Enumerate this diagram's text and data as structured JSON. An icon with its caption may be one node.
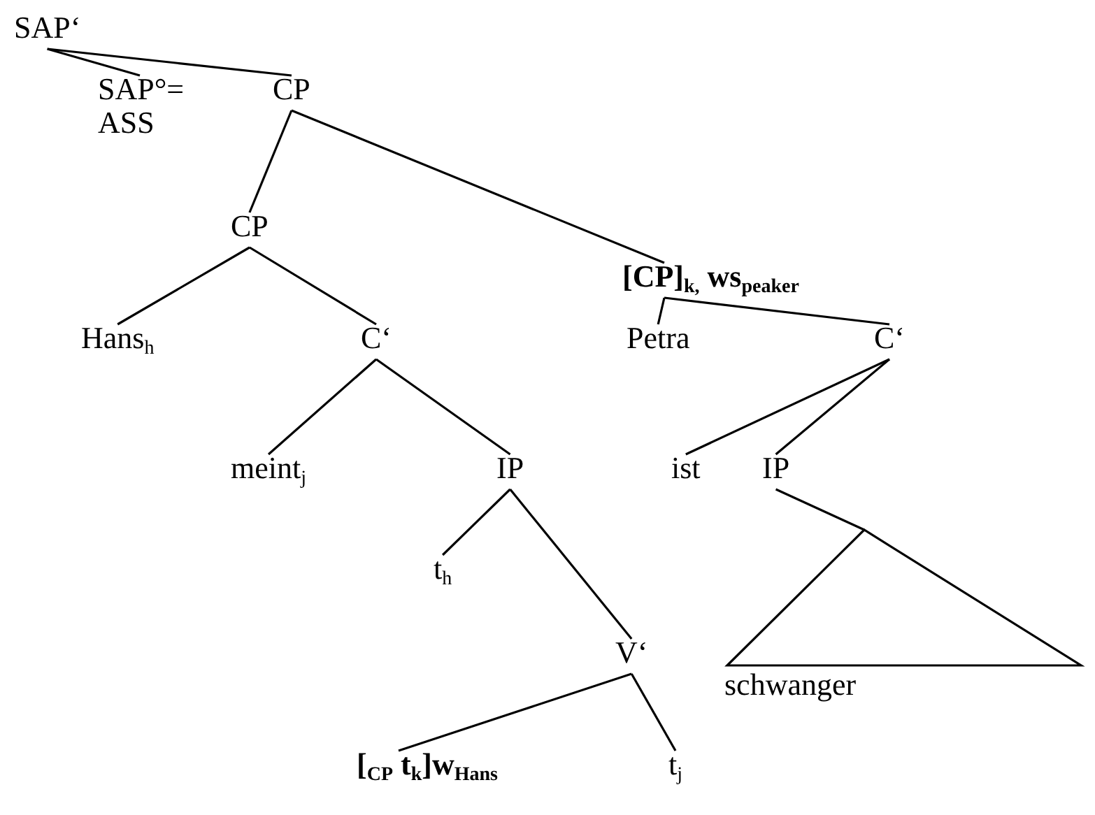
{
  "diagram": {
    "nodes": [
      {
        "text": [
          "SAP‘"
        ]
      },
      {
        "text": [
          "SAP°= ASS"
        ]
      },
      {
        "text": [
          "CP"
        ]
      },
      {
        "text": [
          "CP"
        ]
      },
      {
        "text": [
          "[CP]$_{k,}$ ws$_{peaker}$"
        ]
      },
      {
        "text": [
          "Hans$_{h}$"
        ]
      },
      {
        "text": [
          "C‘"
        ]
      },
      {
        "text": [
          "Petra"
        ]
      },
      {
        "text": [
          "C‘"
        ]
      },
      {
        "text": [
          "meint$_{j}$"
        ]
      },
      {
        "text": [
          "IP"
        ]
      },
      {
        "text": [
          "ist"
        ]
      },
      {
        "text": [
          "IP"
        ]
      },
      {
        "text": [
          "t$_{h}$"
        ]
      },
      {
        "text": [
          "V‘"
        ]
      },
      {
        "text": [
          "schwanger"
        ]
      },
      {
        "text": [
          "[$_{CP}$ t$_{k}$]w$_{Hans}$"
        ]
      },
      {
        "text": [
          "t$_{j}$"
        ]
      }
    ],
    "edges": [
      {
        "from": 0,
        "to": 1,
        "arrow": "none"
      },
      {
        "from": 0,
        "to": 2,
        "arrow": "none"
      },
      {
        "from": 2,
        "to": 3,
        "arrow": "none"
      },
      {
        "from": 2,
        "to": 4,
        "arrow": "none"
      },
      {
        "from": 3,
        "to": 5,
        "arrow": "none"
      },
      {
        "from": 3,
        "to": 6,
        "arrow": "none"
      },
      {
        "from": 4,
        "to": 7,
        "arrow": "none"
      },
      {
        "from": 4,
        "to": 8,
        "arrow": "none"
      },
      {
        "from": 6,
        "to": 9,
        "arrow": "none"
      },
      {
        "from": 6,
        "to": 10,
        "arrow": "none"
      },
      {
        "from": 8,
        "to": 11,
        "arrow": "none"
      },
      {
        "from": 8,
        "to": 12,
        "arrow": "none"
      },
      {
        "from": 10,
        "to": 13,
        "arrow": "none"
      },
      {
        "from": 10,
        "to": 14,
        "arrow": "none"
      },
      {
        "from": 12,
        "to": 15,
        "arrow": "none"
      },
      {
        "from": 14,
        "to": 16,
        "arrow": "none"
      },
      {
        "from": 14,
        "to": 17,
        "arrow": "none"
      }
    ]
  }
}
